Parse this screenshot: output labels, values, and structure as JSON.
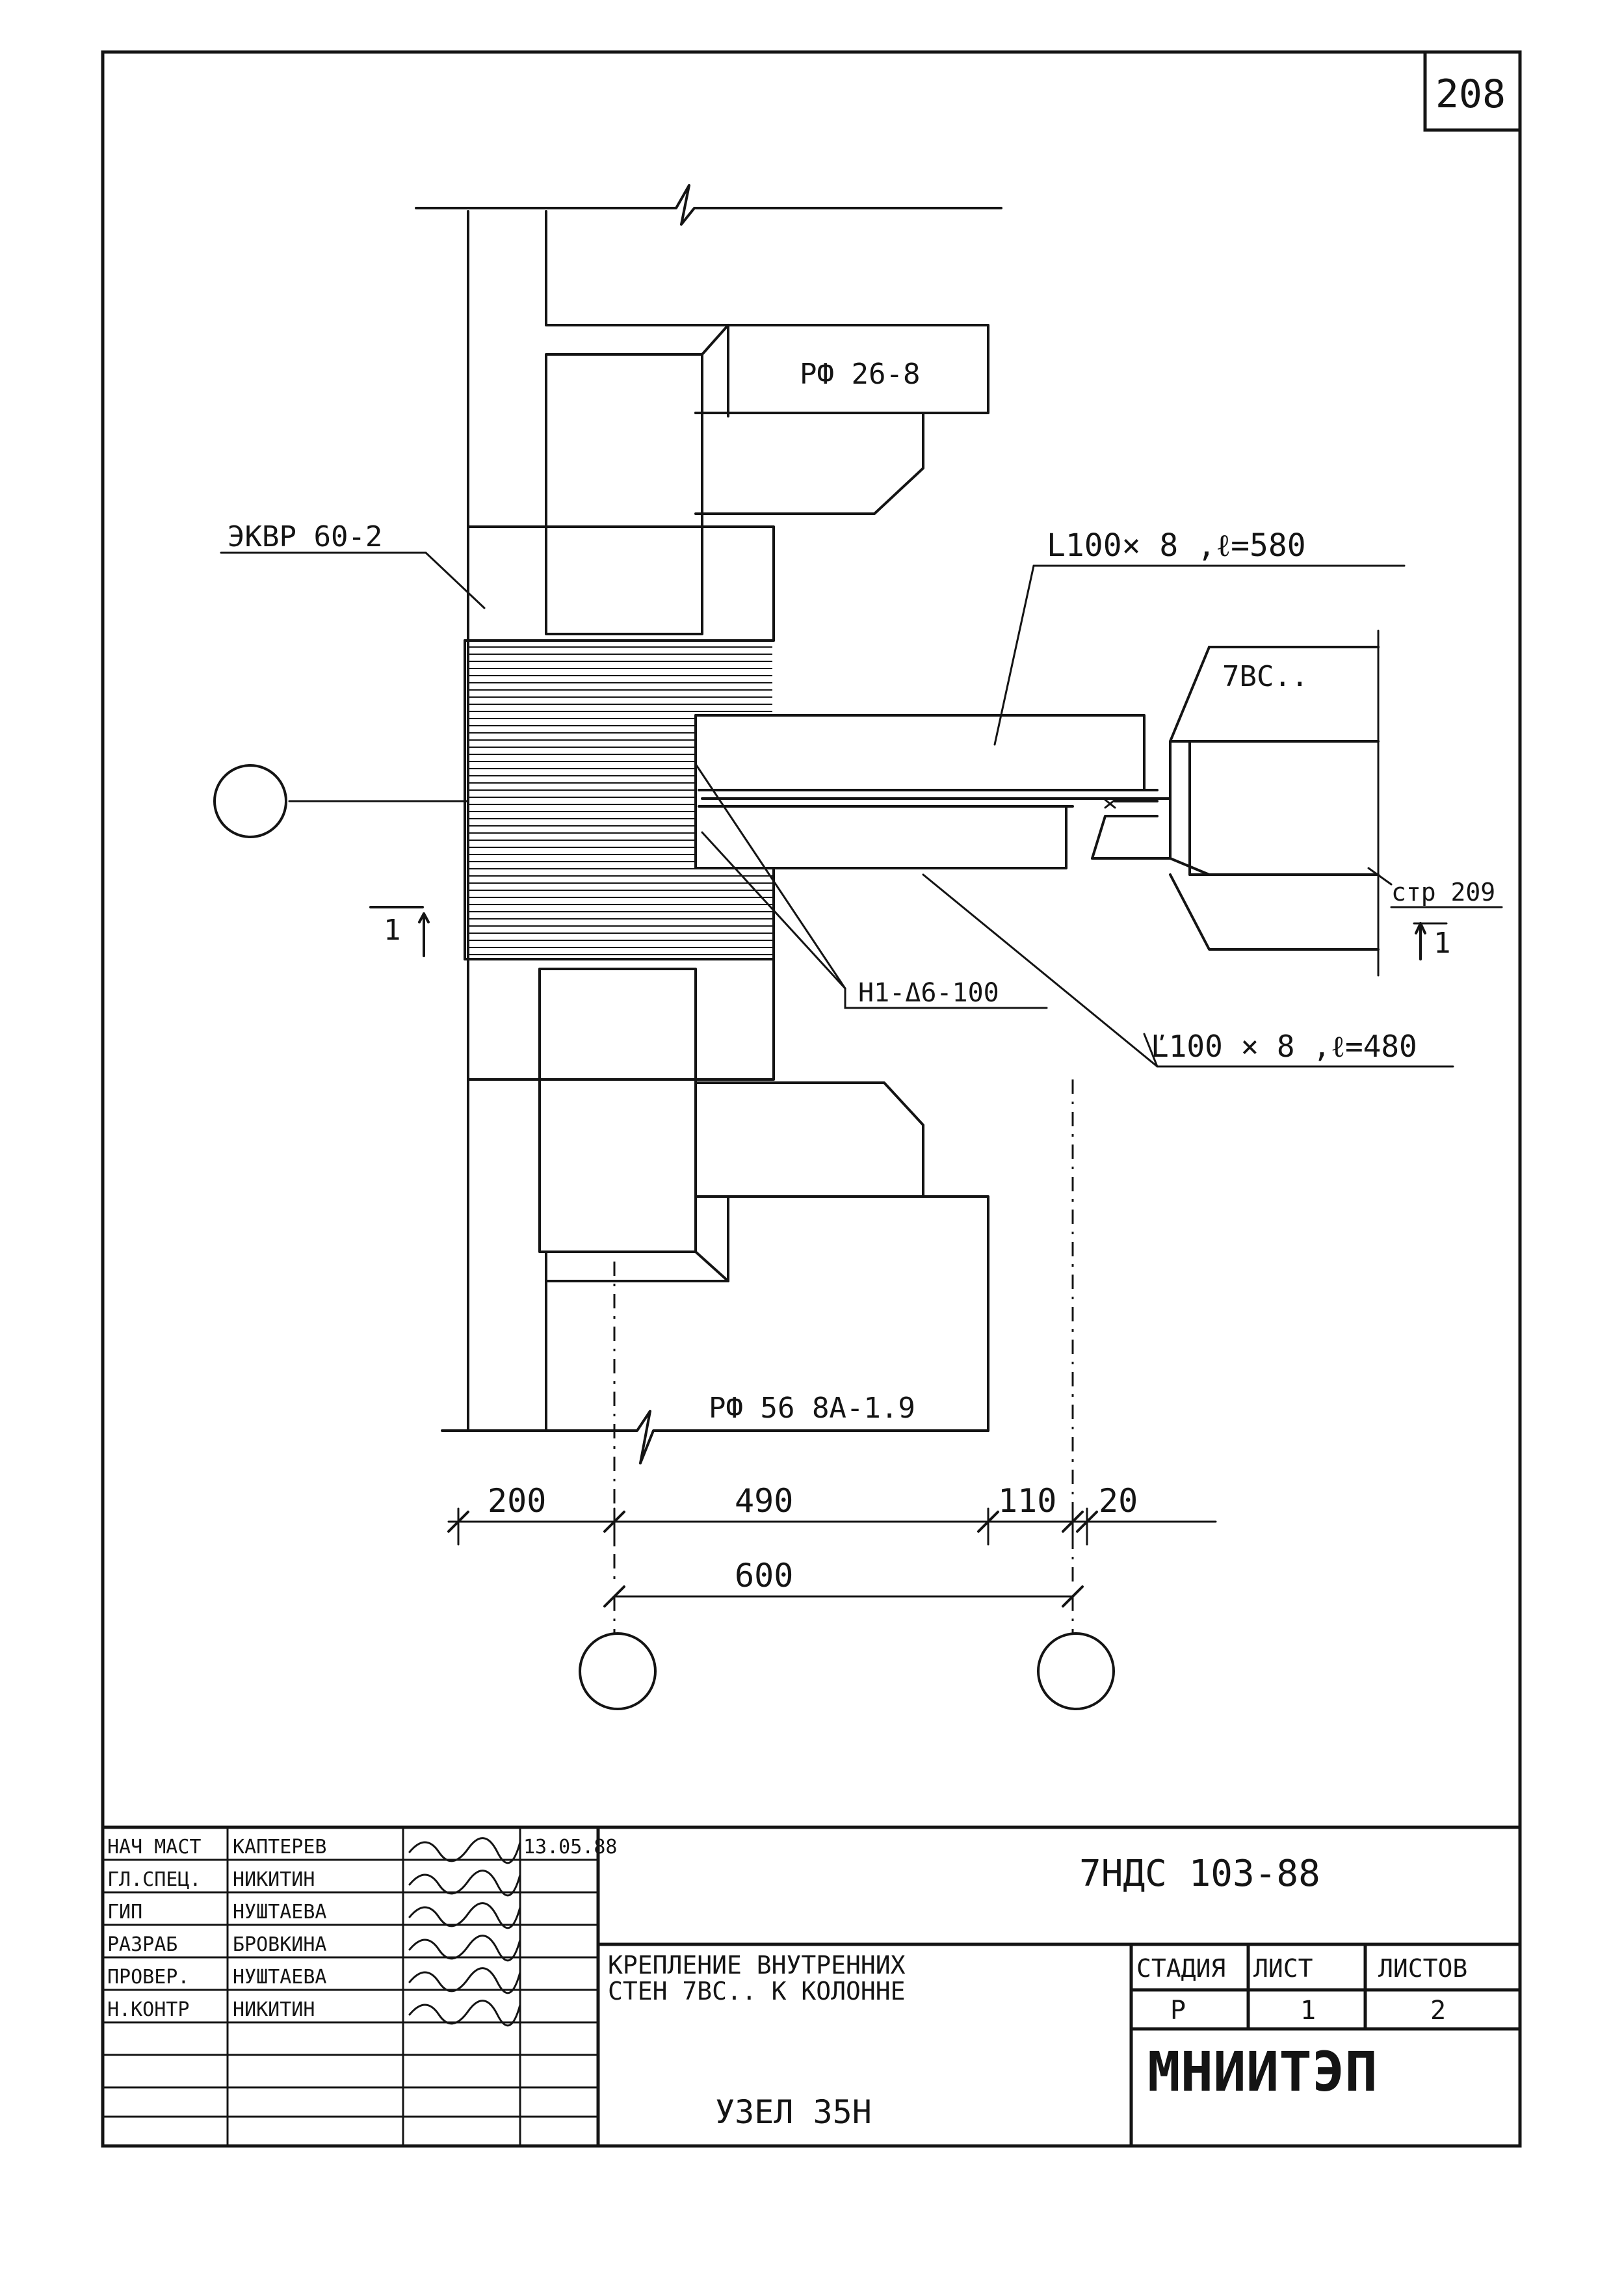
{
  "sheet_number": "208",
  "drawing": {
    "labels": {
      "rf_top": "РФ 26-8",
      "ekvr": "ЭКВР 60-2",
      "angle_top": "L100× 8 ,ℓ=580",
      "wall_top": "7ВС..",
      "see_sheet": "стр 209",
      "section_right": "1",
      "section_left": "1",
      "weld": "Н1-Δ6-100",
      "angle_bottom": "Ľ100 × 8 ,ℓ=480",
      "rf_bottom": "РФ 56 8А-1.9"
    },
    "dimensions": {
      "d1": "200",
      "d2": "490",
      "d3": "110",
      "d4": "20",
      "total": "600"
    }
  },
  "title_block": {
    "roles": [
      {
        "role": "НАЧ МАСТ",
        "name": "КАПТЕРЕВ",
        "date": "13.05.88"
      },
      {
        "role": "ГЛ.СПЕЦ.",
        "name": "НИКИТИН",
        "date": ""
      },
      {
        "role": "ГИП",
        "name": "НУШТАЕВА",
        "date": ""
      },
      {
        "role": "РАЗРАБ",
        "name": "БРОВКИНА",
        "date": ""
      },
      {
        "role": "ПРОВЕР.",
        "name": "НУШТАЕВА",
        "date": ""
      },
      {
        "role": "Н.КОНТР",
        "name": "НИКИТИН",
        "date": ""
      }
    ],
    "code": "7НДС 103-88",
    "title_line1": "КРЕПЛЕНИЕ ВНУТРЕННИХ",
    "title_line2": "СТЕН 7ВС.. К КОЛОННЕ",
    "node": "УЗЕЛ 35Н",
    "stage_header": "СТАДИЯ",
    "sheet_header": "ЛИСТ",
    "sheets_header": "ЛИСТОВ",
    "stage": "Р",
    "sheet": "1",
    "sheets": "2",
    "org": "МНИИТЭП"
  }
}
